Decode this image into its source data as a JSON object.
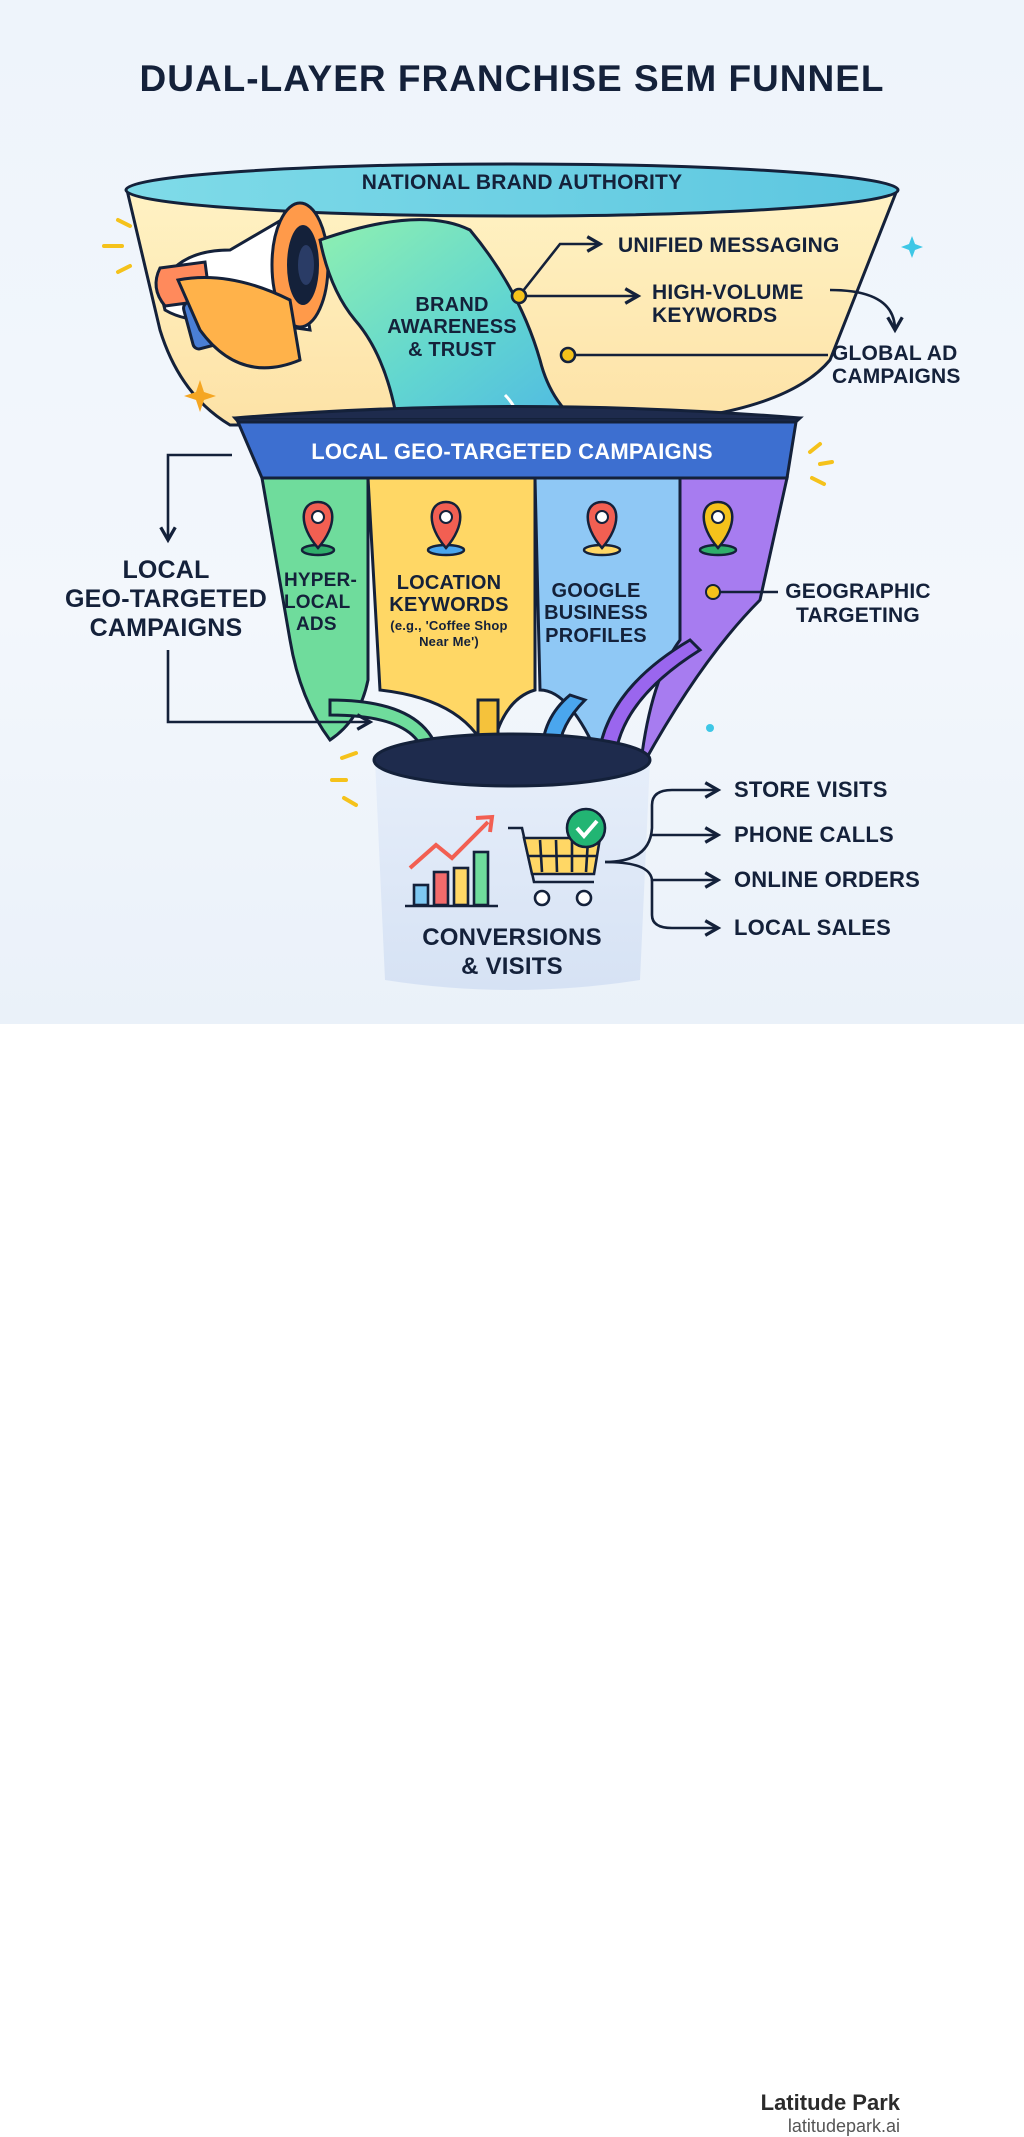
{
  "title": "DUAL-LAYER FRANCHISE SEM FUNNEL",
  "top_funnel": {
    "rim_label": "NATIONAL BRAND AUTHORITY",
    "stream_label": "BRAND AWARENESS & TRUST",
    "stream_lines": [
      "BRAND",
      "AWARENESS",
      "& TRUST"
    ],
    "callouts": [
      "UNIFIED MESSAGING",
      "HIGH-VOLUME KEYWORDS",
      "GLOBAL AD CAMPAIGNS"
    ]
  },
  "middle_funnel": {
    "band_label": "LOCAL GEO-TARGETED CAMPAIGNS",
    "channels": [
      {
        "lines": [
          "HYPER-",
          "LOCAL",
          "ADS"
        ],
        "color": "#6fdc9c"
      },
      {
        "lines": [
          "LOCATION",
          "KEYWORDS"
        ],
        "sub_lines": [
          "(e.g., 'Coffee Shop",
          "Near Me')"
        ],
        "color": "#ffd765"
      },
      {
        "lines": [
          "GOOGLE",
          "BUSINESS",
          "PROFILES"
        ],
        "color": "#8fc8f5"
      },
      {
        "lines": [],
        "color": "#a77cf0"
      }
    ],
    "left_label_lines": [
      "LOCAL",
      "GEO-TARGETED",
      "CAMPAIGNS"
    ],
    "right_callout_lines": [
      "GEOGRAPHIC",
      "TARGETING"
    ]
  },
  "bucket": {
    "label_lines": [
      "CONVERSIONS",
      "& VISITS"
    ],
    "outcomes": [
      "STORE VISITS",
      "PHONE CALLS",
      "ONLINE ORDERS",
      "LOCAL SALES"
    ]
  },
  "colors": {
    "navy": "#14213a",
    "rim_cyan": "#6ed3e6",
    "funnel_yellow": "#fde9a8",
    "band_blue": "#3d6fd0",
    "accent_yellow": "#f5c21b",
    "check_green": "#22b573"
  },
  "footer": {
    "brand": "Latitude Park",
    "url": "latitudepark.ai"
  }
}
